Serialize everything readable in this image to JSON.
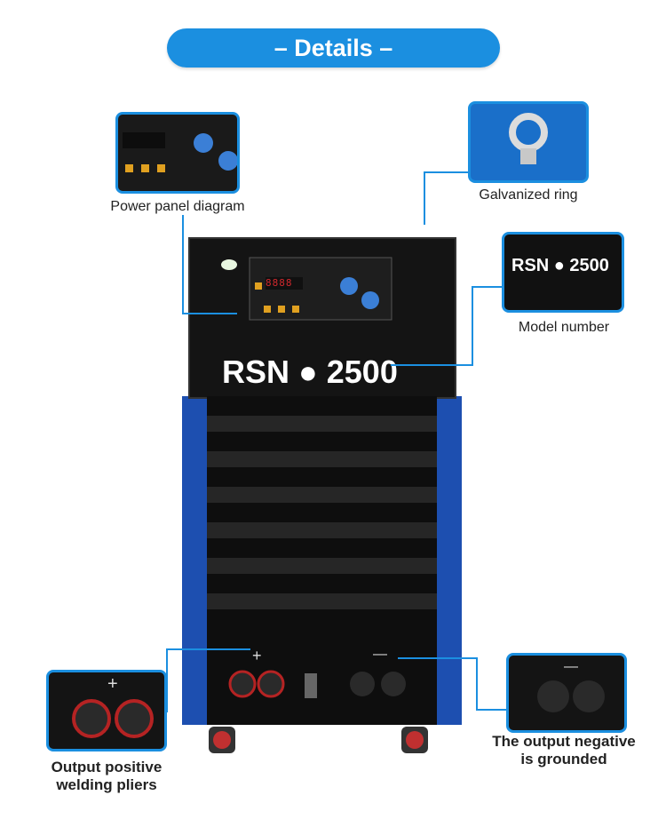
{
  "header": {
    "title": "– Details –"
  },
  "callouts": {
    "power_panel": {
      "caption": "Power panel diagram"
    },
    "ring": {
      "caption": "Galvanized ring"
    },
    "model": {
      "caption": "Model number",
      "label": "RSN ● 2500"
    },
    "positive": {
      "caption_line1": "Output positive",
      "caption_line2": "welding pliers",
      "symbol": "+"
    },
    "negative": {
      "caption_line1": "The output negative",
      "caption_line2": "is grounded",
      "symbol": "—"
    }
  },
  "machine": {
    "model_label": "RSN ● 2500",
    "display": "8888",
    "plus_symbol": "+",
    "minus_symbol": "—"
  },
  "colors": {
    "accent": "#1b8fe0",
    "machine_body": "#111111",
    "side_panel": "#1d4fb0",
    "display": "#d0282d"
  }
}
